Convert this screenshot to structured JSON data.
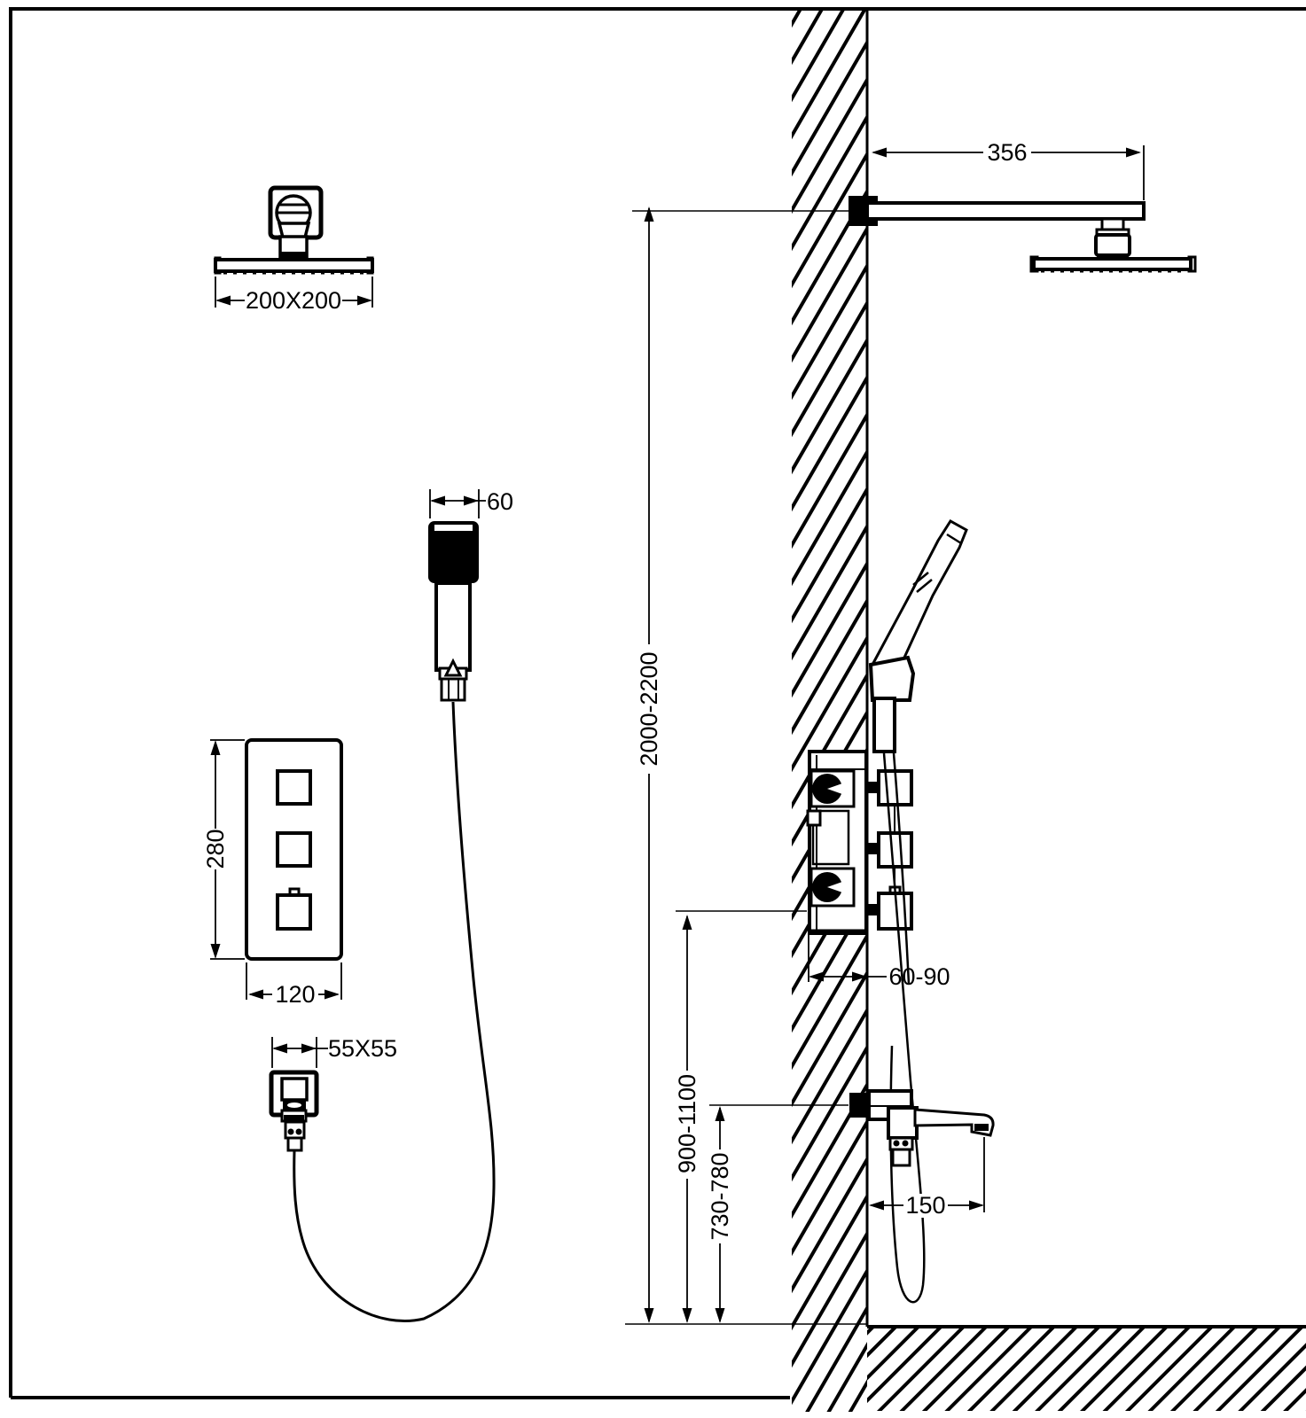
{
  "drawing": {
    "colors": {
      "ink": "#000000",
      "paper": "#ffffff"
    },
    "front_view": {
      "overhead_shower": {
        "width_label": "200X200"
      },
      "hand_shower": {
        "width_label": "60"
      },
      "control_panel": {
        "height_label": "280",
        "width_label": "120"
      },
      "wall_outlet": {
        "size_label": "55X55"
      }
    },
    "side_view": {
      "shower_arm": {
        "length_label": "356"
      },
      "heights": {
        "overall_label": "2000-2200",
        "valve_label": "900-1100",
        "spout_label": "730-780"
      },
      "valve": {
        "recess_depth_label": "60-90"
      },
      "spout": {
        "reach_label": "150"
      }
    }
  }
}
